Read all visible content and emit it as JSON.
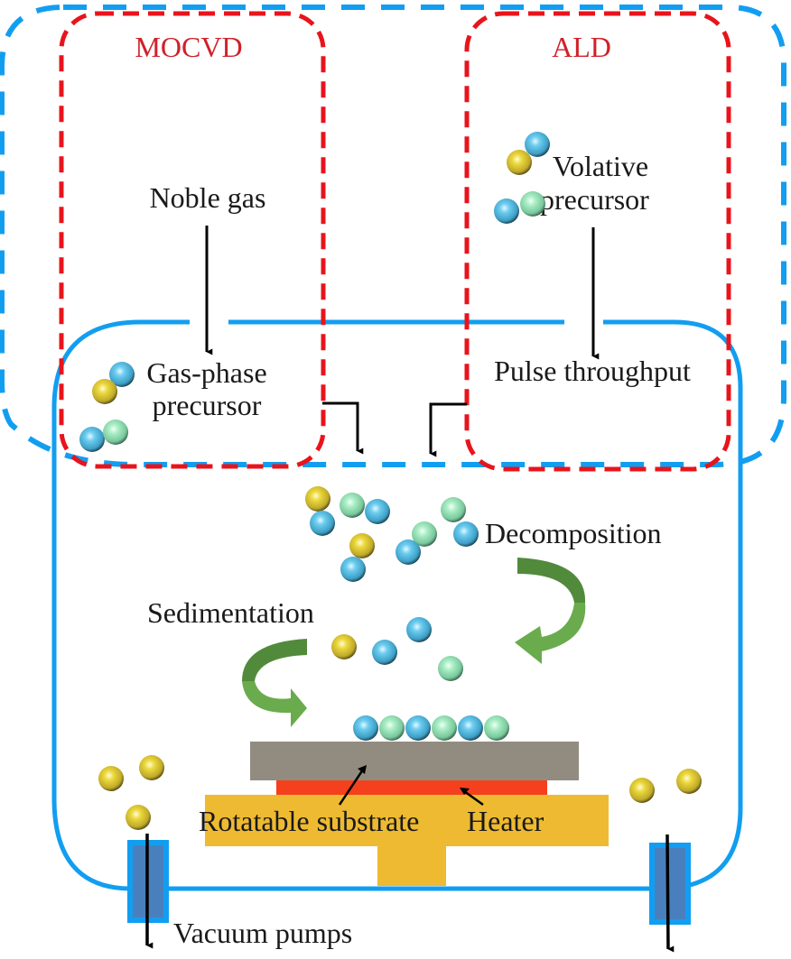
{
  "title": "MOCVD and ALD deposition chamber schematic",
  "colors": {
    "outer_dashed_border": "#129ef0",
    "chamber_wall": "#129ef0",
    "process_box_border": "#e8141c",
    "process_label": "#d0212a",
    "arrow": "#000000",
    "curved_arrow_dark": "#528a3c",
    "curved_arrow_light": "#6aab4d",
    "substrate": "#928c80",
    "heater": "#f5401e",
    "stage": "#eeba31",
    "pump_fill": "#4a7fbe",
    "pump_border": "#129ef0",
    "atom_blue": "#5ec5ea",
    "atom_green": "#a4ebc0",
    "atom_yellow": "#e6d335"
  },
  "regions": {
    "mocvd": {
      "label": "MOCVD",
      "inlet_label": "Noble gas",
      "precursor_label_line1": "Gas-phase",
      "precursor_label_line2": "precursor"
    },
    "ald": {
      "label": "ALD",
      "precursor_label_line1": "Volative",
      "precursor_label_line2": "precursor",
      "inlet_label": "Pulse throughput"
    }
  },
  "chamber": {
    "decomposition_label": "Decomposition",
    "sedimentation_label": "Sedimentation",
    "substrate_label": "Rotatable substrate",
    "heater_label": "Heater",
    "pump_label": "Vacuum pumps"
  },
  "atoms": {
    "mocvd_precursor": [
      "blue",
      "yellow",
      "blue",
      "green"
    ],
    "ald_precursor": [
      "blue",
      "yellow",
      "blue",
      "green"
    ],
    "decomposition_cloud": [
      "yellow",
      "blue",
      "green",
      "blue",
      "green",
      "blue",
      "yellow",
      "blue",
      "green",
      "blue"
    ],
    "falling": [
      "yellow",
      "blue",
      "blue",
      "green"
    ],
    "deposited_layer": [
      "blue",
      "green",
      "blue",
      "green",
      "blue",
      "green"
    ],
    "exhaust_left": [
      "yellow",
      "yellow",
      "yellow"
    ],
    "exhaust_right": [
      "yellow",
      "yellow"
    ]
  }
}
